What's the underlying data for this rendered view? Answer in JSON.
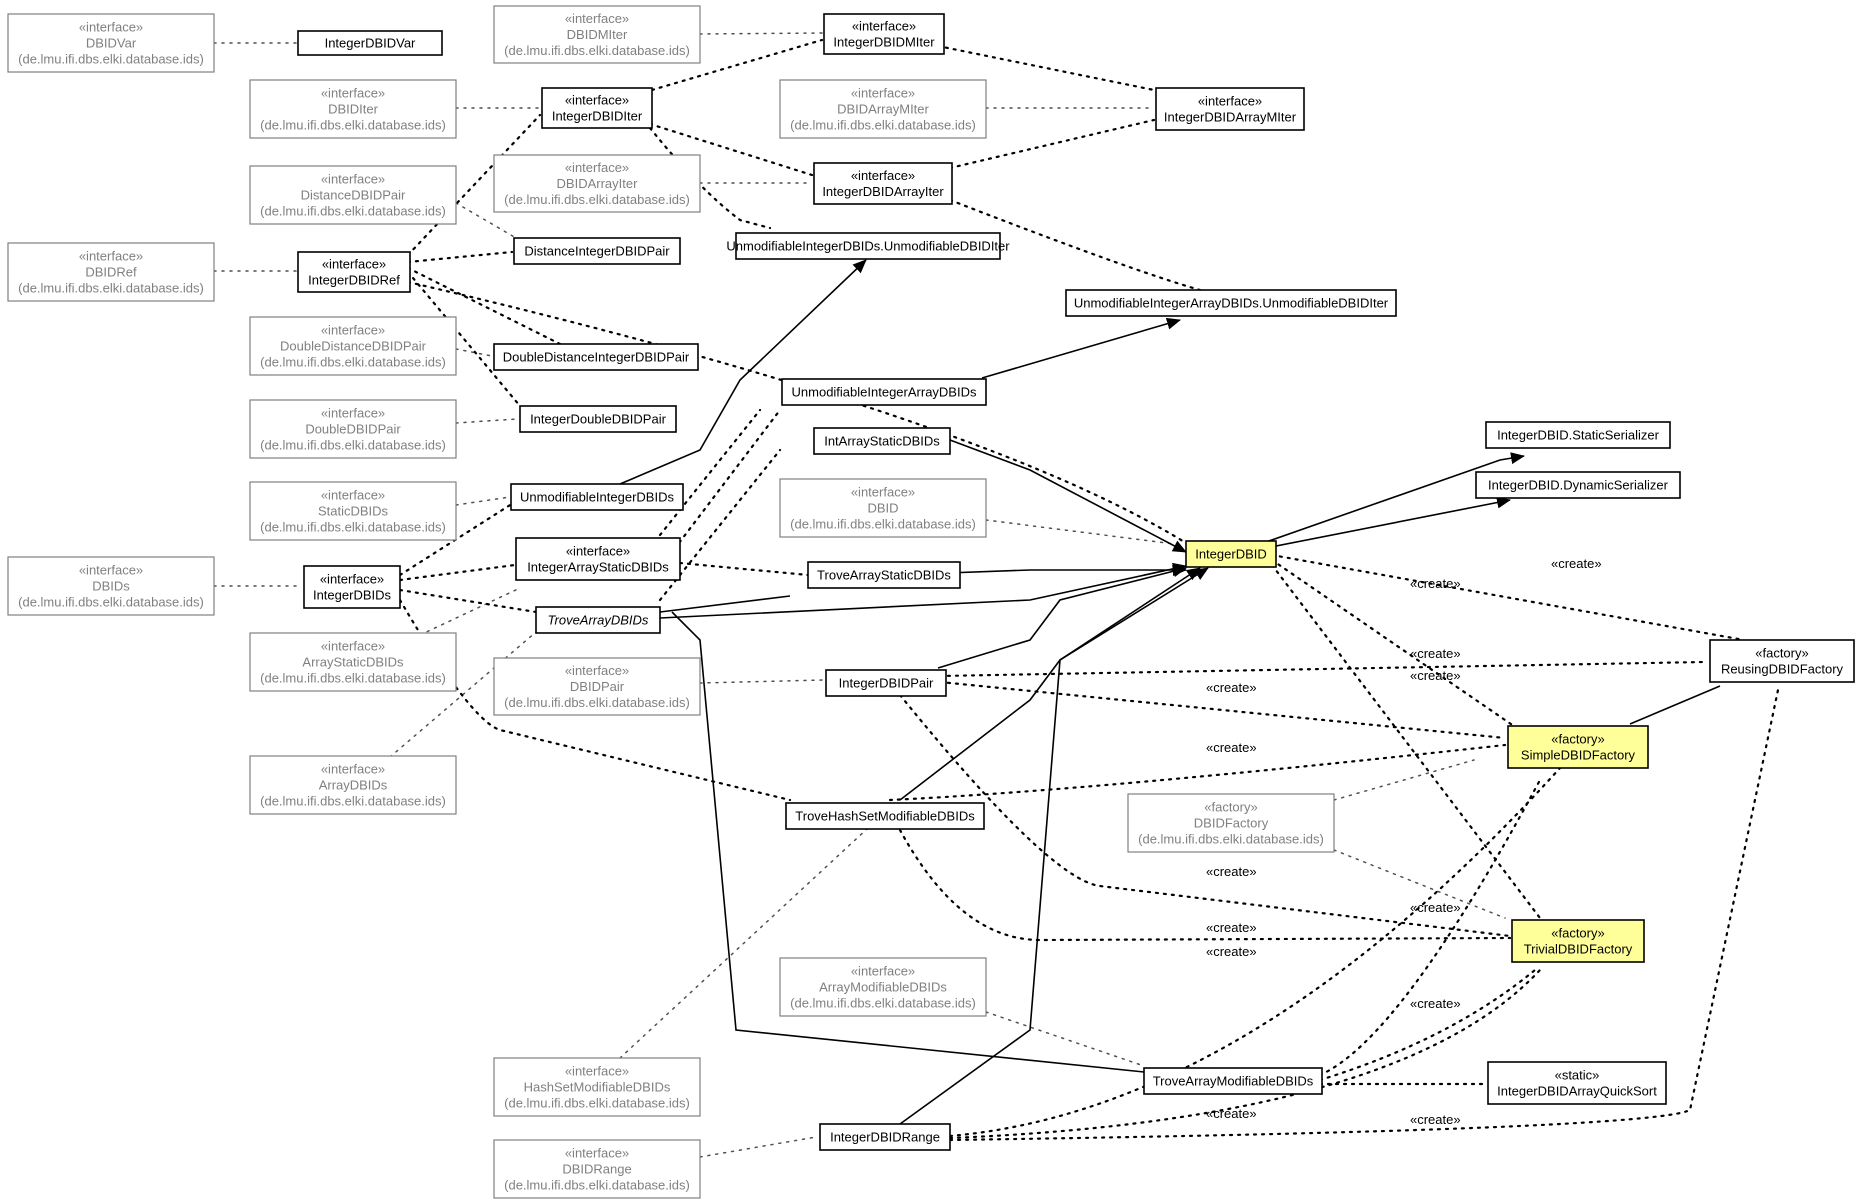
{
  "nodes": {
    "dbidvar": {
      "kind": "ext",
      "lines": [
        "«interface»",
        "DBIDVar",
        "(de.lmu.ifi.dbs.elki.database.ids)"
      ]
    },
    "integerdbidvar": {
      "kind": "main",
      "lines": [
        "IntegerDBIDVar"
      ]
    },
    "dbidmiter": {
      "kind": "ext",
      "lines": [
        "«interface»",
        "DBIDMIter",
        "(de.lmu.ifi.dbs.elki.database.ids)"
      ]
    },
    "integerdbidmiter": {
      "kind": "main",
      "lines": [
        "«interface»",
        "IntegerDBIDMIter"
      ]
    },
    "dbiditer": {
      "kind": "ext",
      "lines": [
        "«interface»",
        "DBIDIter",
        "(de.lmu.ifi.dbs.elki.database.ids)"
      ]
    },
    "integerdbiditer": {
      "kind": "main",
      "lines": [
        "«interface»",
        "IntegerDBIDIter"
      ]
    },
    "dbidarraymiter": {
      "kind": "ext",
      "lines": [
        "«interface»",
        "DBIDArrayMIter",
        "(de.lmu.ifi.dbs.elki.database.ids)"
      ]
    },
    "integerdbidarraymiter": {
      "kind": "main",
      "lines": [
        "«interface»",
        "IntegerDBIDArrayMIter"
      ]
    },
    "distancedbidpair": {
      "kind": "ext",
      "lines": [
        "«interface»",
        "DistanceDBIDPair",
        "(de.lmu.ifi.dbs.elki.database.ids)"
      ]
    },
    "dbidarrayiter": {
      "kind": "ext",
      "lines": [
        "«interface»",
        "DBIDArrayIter",
        "(de.lmu.ifi.dbs.elki.database.ids)"
      ]
    },
    "integerdbidarrayiter": {
      "kind": "main",
      "lines": [
        "«interface»",
        "IntegerDBIDArrayIter"
      ]
    },
    "dbidref": {
      "kind": "ext",
      "lines": [
        "«interface»",
        "DBIDRef",
        "(de.lmu.ifi.dbs.elki.database.ids)"
      ]
    },
    "integerdbidref": {
      "kind": "main",
      "lines": [
        "«interface»",
        "IntegerDBIDRef"
      ]
    },
    "distanceintegerdbidpair": {
      "kind": "main",
      "lines": [
        "DistanceIntegerDBIDPair"
      ]
    },
    "unmodintdbids_iter": {
      "kind": "main",
      "lines": [
        "UnmodifiableIntegerDBIDs.UnmodifiableDBIDIter"
      ]
    },
    "unmodintarraydbids_iter": {
      "kind": "main",
      "lines": [
        "UnmodifiableIntegerArrayDBIDs.UnmodifiableDBIDIter"
      ]
    },
    "doubledistancedbidpair": {
      "kind": "ext",
      "lines": [
        "«interface»",
        "DoubleDistanceDBIDPair",
        "(de.lmu.ifi.dbs.elki.database.ids)"
      ]
    },
    "doubledistanceintegerdbidpair": {
      "kind": "main",
      "lines": [
        "DoubleDistanceIntegerDBIDPair"
      ]
    },
    "unmodintarraydbids": {
      "kind": "main",
      "lines": [
        "UnmodifiableIntegerArrayDBIDs"
      ]
    },
    "doubledbidpair": {
      "kind": "ext",
      "lines": [
        "«interface»",
        "DoubleDBIDPair",
        "(de.lmu.ifi.dbs.elki.database.ids)"
      ]
    },
    "integerdoubledbidpair": {
      "kind": "main",
      "lines": [
        "IntegerDoubleDBIDPair"
      ]
    },
    "intarraystaticdbids": {
      "kind": "main",
      "lines": [
        "IntArrayStaticDBIDs"
      ]
    },
    "staticserializer": {
      "kind": "main",
      "lines": [
        "IntegerDBID.StaticSerializer"
      ]
    },
    "dynamicserializer": {
      "kind": "main",
      "lines": [
        "IntegerDBID.DynamicSerializer"
      ]
    },
    "staticdbids": {
      "kind": "ext",
      "lines": [
        "«interface»",
        "StaticDBIDs",
        "(de.lmu.ifi.dbs.elki.database.ids)"
      ]
    },
    "unmodintdbids": {
      "kind": "main",
      "lines": [
        "UnmodifiableIntegerDBIDs"
      ]
    },
    "dbid": {
      "kind": "ext",
      "lines": [
        "«interface»",
        "DBID",
        "(de.lmu.ifi.dbs.elki.database.ids)"
      ]
    },
    "integerdbid": {
      "kind": "hl",
      "lines": [
        "IntegerDBID"
      ]
    },
    "dbids": {
      "kind": "ext",
      "lines": [
        "«interface»",
        "DBIDs",
        "(de.lmu.ifi.dbs.elki.database.ids)"
      ]
    },
    "integerdbids": {
      "kind": "main",
      "lines": [
        "«interface»",
        "IntegerDBIDs"
      ]
    },
    "integerarraystaticdbids": {
      "kind": "main",
      "lines": [
        "«interface»",
        "IntegerArrayStaticDBIDs"
      ]
    },
    "trovearraystaticdbids": {
      "kind": "main",
      "lines": [
        "TroveArrayStaticDBIDs"
      ]
    },
    "trovearraydbids": {
      "kind": "main",
      "italic": true,
      "lines": [
        "TroveArrayDBIDs"
      ]
    },
    "reusingdbidfactory": {
      "kind": "main",
      "lines": [
        "«factory»",
        "ReusingDBIDFactory"
      ]
    },
    "arraystaticdbids": {
      "kind": "ext",
      "lines": [
        "«interface»",
        "ArrayStaticDBIDs",
        "(de.lmu.ifi.dbs.elki.database.ids)"
      ]
    },
    "dbidpair": {
      "kind": "ext",
      "lines": [
        "«interface»",
        "DBIDPair",
        "(de.lmu.ifi.dbs.elki.database.ids)"
      ]
    },
    "integerdbidpair": {
      "kind": "main",
      "lines": [
        "IntegerDBIDPair"
      ]
    },
    "simpledbidfactory": {
      "kind": "hl",
      "lines": [
        "«factory»",
        "SimpleDBIDFactory"
      ]
    },
    "arraydbids": {
      "kind": "ext",
      "lines": [
        "«interface»",
        "ArrayDBIDs",
        "(de.lmu.ifi.dbs.elki.database.ids)"
      ]
    },
    "trovehashsetmodifiabledbids": {
      "kind": "main",
      "lines": [
        "TroveHashSetModifiableDBIDs"
      ]
    },
    "dbidfactory": {
      "kind": "ext",
      "lines": [
        "«factory»",
        "DBIDFactory",
        "(de.lmu.ifi.dbs.elki.database.ids)"
      ]
    },
    "trivialdbidfactory": {
      "kind": "hl",
      "lines": [
        "«factory»",
        "TrivialDBIDFactory"
      ]
    },
    "arraymodifiabledbids": {
      "kind": "ext",
      "lines": [
        "«interface»",
        "ArrayModifiableDBIDs",
        "(de.lmu.ifi.dbs.elki.database.ids)"
      ]
    },
    "hashsetmodifiabledbids": {
      "kind": "ext",
      "lines": [
        "«interface»",
        "HashSetModifiableDBIDs",
        "(de.lmu.ifi.dbs.elki.database.ids)"
      ]
    },
    "trovearraymodifiabledbids": {
      "kind": "main",
      "lines": [
        "TroveArrayModifiableDBIDs"
      ]
    },
    "integerdbidarrayquicksort": {
      "kind": "main",
      "lines": [
        "«static»",
        "IntegerDBIDArrayQuickSort"
      ]
    },
    "dbidrange": {
      "kind": "ext",
      "lines": [
        "«interface»",
        "DBIDRange",
        "(de.lmu.ifi.dbs.elki.database.ids)"
      ]
    },
    "integerdbidrange": {
      "kind": "main",
      "lines": [
        "IntegerDBIDRange"
      ]
    }
  },
  "edge_labels": {
    "create": "«create»"
  }
}
